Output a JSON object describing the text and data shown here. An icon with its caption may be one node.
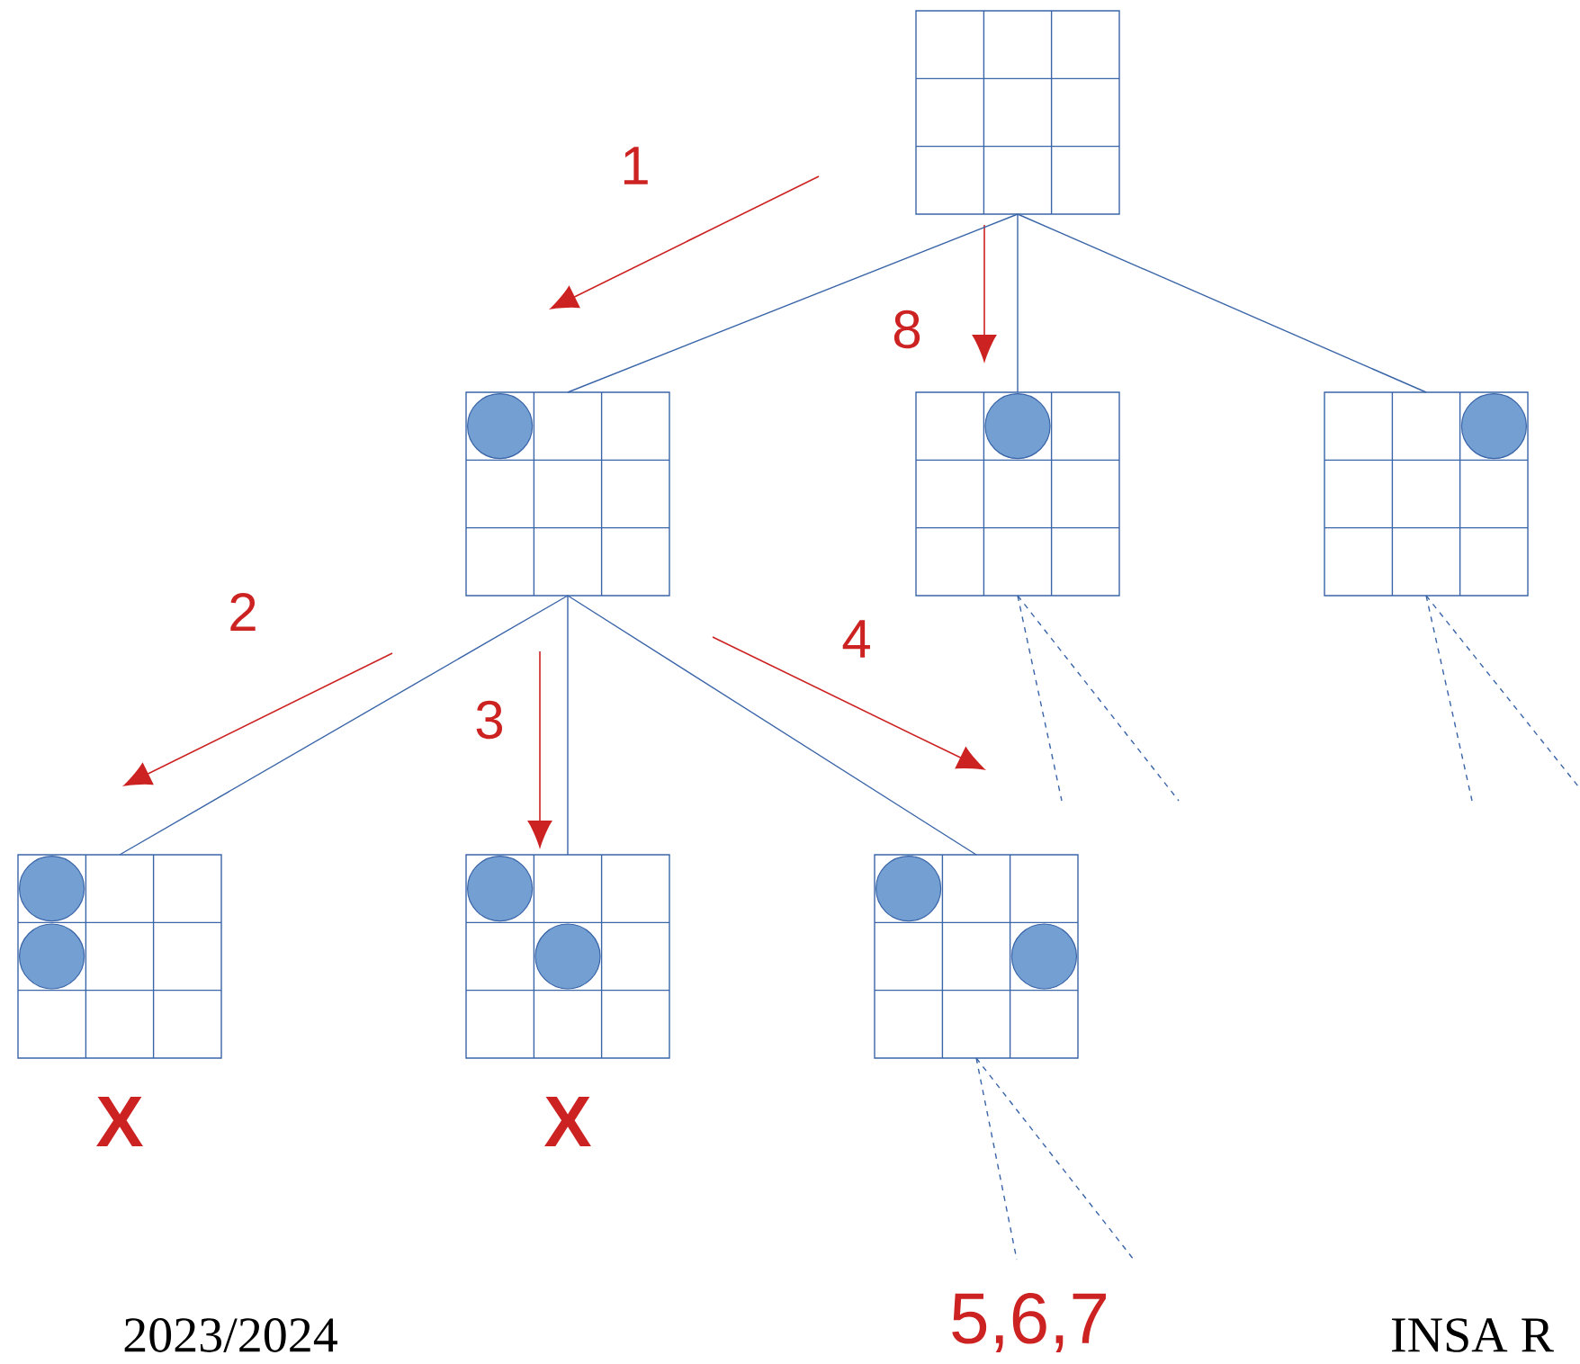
{
  "diagram": {
    "nodes": [
      {
        "text": [],
        "shape": "box"
      },
      {
        "text": [],
        "shape": "box"
      },
      {
        "text": [],
        "shape": "box"
      },
      {
        "text": [],
        "shape": "box"
      },
      {
        "text": [],
        "shape": "box",
        "beside": [
          "X"
        ]
      },
      {
        "text": [],
        "shape": "box",
        "beside": [
          "X"
        ]
      },
      {
        "text": [],
        "shape": "box"
      }
    ],
    "edges": [
      {
        "from": 0,
        "to": 1,
        "arrow": "none"
      },
      {
        "from": 0,
        "to": 2,
        "arrow": "none"
      },
      {
        "from": 0,
        "to": 3,
        "arrow": "none"
      },
      {
        "from": 1,
        "to": 4,
        "arrow": "none"
      },
      {
        "from": 1,
        "to": 5,
        "arrow": "none"
      },
      {
        "from": 1,
        "to": 6,
        "arrow": "none"
      },
      {
        "from": 2,
        "to": null,
        "arrow": "none",
        "style": "dashed"
      },
      {
        "from": 2,
        "to": null,
        "arrow": "none",
        "style": "dashed"
      },
      {
        "from": 3,
        "to": null,
        "arrow": "none",
        "style": "dashed"
      },
      {
        "from": 3,
        "to": null,
        "arrow": "none",
        "style": "dashed"
      },
      {
        "from": 6,
        "to": null,
        "arrow": "none",
        "style": "dashed"
      },
      {
        "from": 6,
        "to": null,
        "arrow": "none",
        "style": "dashed"
      }
    ],
    "labels": [
      "1",
      "8",
      "2",
      "4",
      "3",
      "5,6,7",
      "2023/2024",
      "INSA R"
    ]
  }
}
